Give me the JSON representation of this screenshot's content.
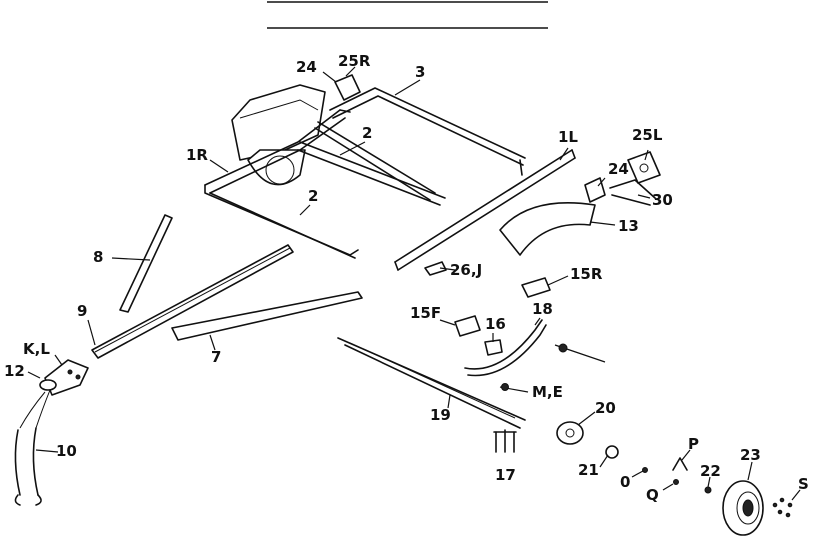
{
  "callouts": {
    "c24a": "24",
    "c25R": "25R",
    "c3": "3",
    "c1R": "1R",
    "c2a": "2",
    "c2b": "2",
    "c1L": "1L",
    "c25L": "25L",
    "c24b": "24",
    "c30": "30",
    "c13": "13",
    "c8": "8",
    "c26J": "26,J",
    "c15R": "15R",
    "c9": "9",
    "c15F": "15F",
    "c16": "16",
    "c18": "18",
    "cKL": "K,L",
    "c12": "12",
    "c7": "7",
    "cME": "M,E",
    "c10": "10",
    "c19": "19",
    "c20": "20",
    "cP": "P",
    "c21": "21",
    "c22": "22",
    "c23": "23",
    "c0": "0",
    "cQ": "Q",
    "cS": "S"
  }
}
